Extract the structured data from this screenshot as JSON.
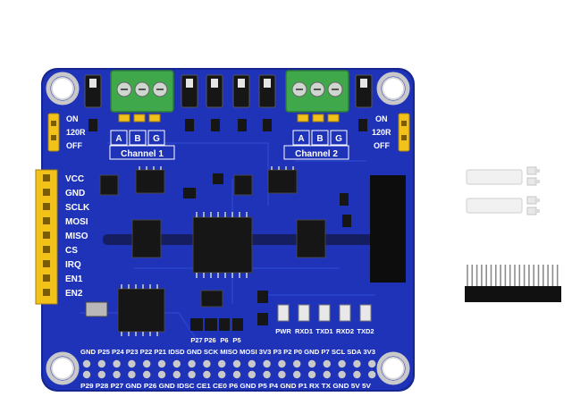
{
  "board": {
    "channel1_label": "Channel 1",
    "channel2_label": "Channel 2",
    "terminal_labels_left": [
      "A",
      "B",
      "G"
    ],
    "terminal_labels_right": [
      "A",
      "B",
      "G"
    ],
    "termination_left": [
      "ON",
      "120R",
      "OFF"
    ],
    "termination_right": [
      "ON",
      "120R",
      "OFF"
    ],
    "side_pins": [
      "VCC",
      "GND",
      "SCLK",
      "MOSI",
      "MISO",
      "CS",
      "IRQ",
      "EN1",
      "EN2"
    ],
    "led_labels": [
      "PWR",
      "RXD1",
      "TXD1",
      "RXD2",
      "TXD2"
    ],
    "mid_pins": [
      "P27",
      "P26",
      "P6",
      "P5"
    ],
    "header_top": "GND P25 P24 P23 P22 P21 IDSD GND SCK MISO MOSI 3V3 P3 P2 P0 GND P7 SCL SDA 3V3",
    "header_bottom": "P29 P28 P27 GND P26 GND IDSC CE1 CE0 P6 GND P5 P4 GND P1 RX TX GND 5V 5V"
  },
  "colors": {
    "pcb": "#1f33b8",
    "pcb_edge": "#162690",
    "terminal": "#3ea84a",
    "jumper": "#f2c21b",
    "chip": "#161616",
    "header": "#111111"
  }
}
